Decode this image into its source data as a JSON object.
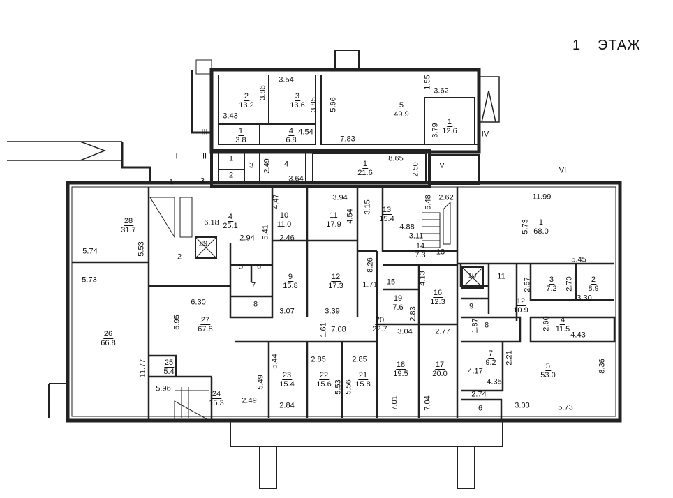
{
  "title": {
    "floor_number": "1",
    "floor_word": "ЭТАЖ"
  },
  "rooms": [
    {
      "num": "2",
      "area": "13.2"
    },
    {
      "num": "3",
      "area": "13.6"
    },
    {
      "num": "5",
      "area": "49.9"
    },
    {
      "num": "1",
      "area": "12.6"
    },
    {
      "num": "1",
      "area": "3.8"
    },
    {
      "num": "4",
      "area": "6.8"
    },
    {
      "num": "1",
      "area": "21.6"
    },
    {
      "num": "28",
      "area": "31.7"
    },
    {
      "num": "4",
      "area": "25.1"
    },
    {
      "num": "10",
      "area": "11.0"
    },
    {
      "num": "11",
      "area": "17.9"
    },
    {
      "num": "13",
      "area": "15.4"
    },
    {
      "num": "14",
      "area": "7.3"
    },
    {
      "num": "1",
      "area": "68.0"
    },
    {
      "num": "9",
      "area": "15.8"
    },
    {
      "num": "12",
      "area": "17.3"
    },
    {
      "num": "16",
      "area": "12.3"
    },
    {
      "num": "19",
      "area": "7.6"
    },
    {
      "num": "3",
      "area": "7.2"
    },
    {
      "num": "2",
      "area": "8.9"
    },
    {
      "num": "12",
      "area": "10.9"
    },
    {
      "num": "26",
      "area": "66.8"
    },
    {
      "num": "27",
      "area": "67.8"
    },
    {
      "num": "20",
      "area": "22.7"
    },
    {
      "num": "4",
      "area": "11.5"
    },
    {
      "num": "25",
      "area": "5.4"
    },
    {
      "num": "24",
      "area": "15.3"
    },
    {
      "num": "23",
      "area": "15.4"
    },
    {
      "num": "22",
      "area": "15.6"
    },
    {
      "num": "21",
      "area": "15.8"
    },
    {
      "num": "18",
      "area": "19.5"
    },
    {
      "num": "17",
      "area": "20.0"
    },
    {
      "num": "7",
      "area": "9.2"
    },
    {
      "num": "5",
      "area": "53.0"
    }
  ],
  "room_numbers": [
    "1",
    "2",
    "3",
    "4",
    "1",
    "3",
    "29",
    "2",
    "5",
    "6",
    "7",
    "8",
    "15",
    "13",
    "10",
    "11",
    "9",
    "8",
    "6"
  ],
  "dimensions": [
    "3.86",
    "3.54",
    "3.43",
    "3.85",
    "5.66",
    "1.55",
    "3.62",
    "7.83",
    "4.54",
    "3.79",
    "2.49",
    "3.64",
    "8.65",
    "2.50",
    "6.18",
    "5.41",
    "2.94",
    "4.47",
    "2.46",
    "3.94",
    "4.54",
    "3.15",
    "4.88",
    "3.11",
    "5.48",
    "2.62",
    "11.99",
    "5.73",
    "5.45",
    "5.74",
    "5.53",
    "5.73",
    "8.26",
    "1.71",
    "4.13",
    "2.83",
    "6.30",
    "3.07",
    "3.39",
    "2.57",
    "2.70",
    "3.30",
    "5.95",
    "1.61",
    "7.08",
    "1.87",
    "2.60",
    "4.43",
    "3.04",
    "2.77",
    "11.77",
    "5.49",
    "5.44",
    "2.85",
    "2.85",
    "5.53",
    "5.56",
    "5.96",
    "2.49",
    "2.84",
    "2.21",
    "4.17",
    "4.35",
    "7.01",
    "7.04",
    "8.36",
    "2.74",
    "3.03",
    "5.73"
  ],
  "entrances": [
    "I",
    "II",
    "III",
    "IV",
    "V",
    "VI"
  ]
}
